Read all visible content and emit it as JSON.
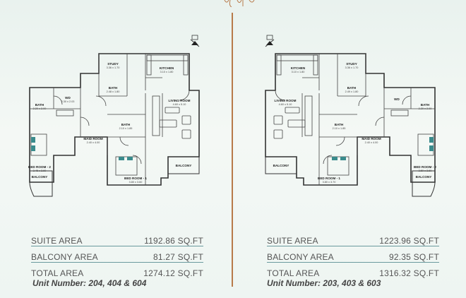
{
  "units": [
    {
      "areas": [
        {
          "label": "SUITE AREA",
          "value": "1192.86",
          "unit": "SQ.FT"
        },
        {
          "label": "BALCONY AREA",
          "value": "81.27",
          "unit": "SQ.FT"
        },
        {
          "label": "TOTAL AREA",
          "value": "1274.12",
          "unit": "SQ.FT"
        }
      ],
      "unit_number": "Unit Number: 204, 404 & 604",
      "rooms": {
        "study": {
          "name": "STUDY",
          "dim": "3.36 x 1.70"
        },
        "kitchen": {
          "name": "KITCHEN",
          "dim": "3.10 x 1.80"
        },
        "bath_a": {
          "name": "BATH",
          "dim": "2.48 x 1.80"
        },
        "wd": {
          "name": "WD",
          "dim": "2.30 x 2.03"
        },
        "bath_b": {
          "name": "BATH",
          "dim": "2.20 x 2.00"
        },
        "living": {
          "name": "LIVING ROOM",
          "dim": "4.60 x 5.10"
        },
        "bath_c": {
          "name": "BATH",
          "dim": "2.10 x 1.85"
        },
        "maid": {
          "name": "MAID ROOM",
          "dim": "2.40 x 4.00"
        },
        "bed2": {
          "name": "BED ROOM - 2",
          "dim": "3.45 x 3.60"
        },
        "bed1": {
          "name": "BED ROOM - 1",
          "dim": "3.80 x 3.60"
        },
        "balcony_a": {
          "name": "BALCONY"
        },
        "balcony_b": {
          "name": "BALCONY"
        }
      }
    },
    {
      "areas": [
        {
          "label": "SUITE AREA",
          "value": "1223.96",
          "unit": "SQ.FT"
        },
        {
          "label": "BALCONY AREA",
          "value": "92.35",
          "unit": "SQ.FT"
        },
        {
          "label": "TOTAL AREA",
          "value": "1316.32",
          "unit": "SQ.FT"
        }
      ],
      "unit_number": "Unit Number: 203, 403 & 603",
      "rooms": {
        "kitchen": {
          "name": "KITCHEN",
          "dim": "3.10 x 1.80"
        },
        "study": {
          "name": "STUDY",
          "dim": "3.36 x 1.70"
        },
        "bath_a": {
          "name": "BATH",
          "dim": "2.49 x 1.80"
        },
        "living": {
          "name": "LIVING ROOM",
          "dim": "4.60 x 5.10"
        },
        "wd": {
          "name": "WD"
        },
        "bath_b": {
          "name": "BATH",
          "dim": "2.20 x 2.00"
        },
        "bath_c": {
          "name": "BATH",
          "dim": "2.10 x 1.85"
        },
        "maid": {
          "name": "MAID ROOM",
          "dim": "2.40 x 4.00"
        },
        "bed2": {
          "name": "BED ROOM - 2",
          "dim": "3.50 x 3.60"
        },
        "bed1": {
          "name": "BED ROOM - 1",
          "dim": "3.80 x 3.70"
        },
        "balcony_a": {
          "name": "BALCONY"
        },
        "balcony_b": {
          "name": "BALCONY"
        }
      }
    }
  ]
}
